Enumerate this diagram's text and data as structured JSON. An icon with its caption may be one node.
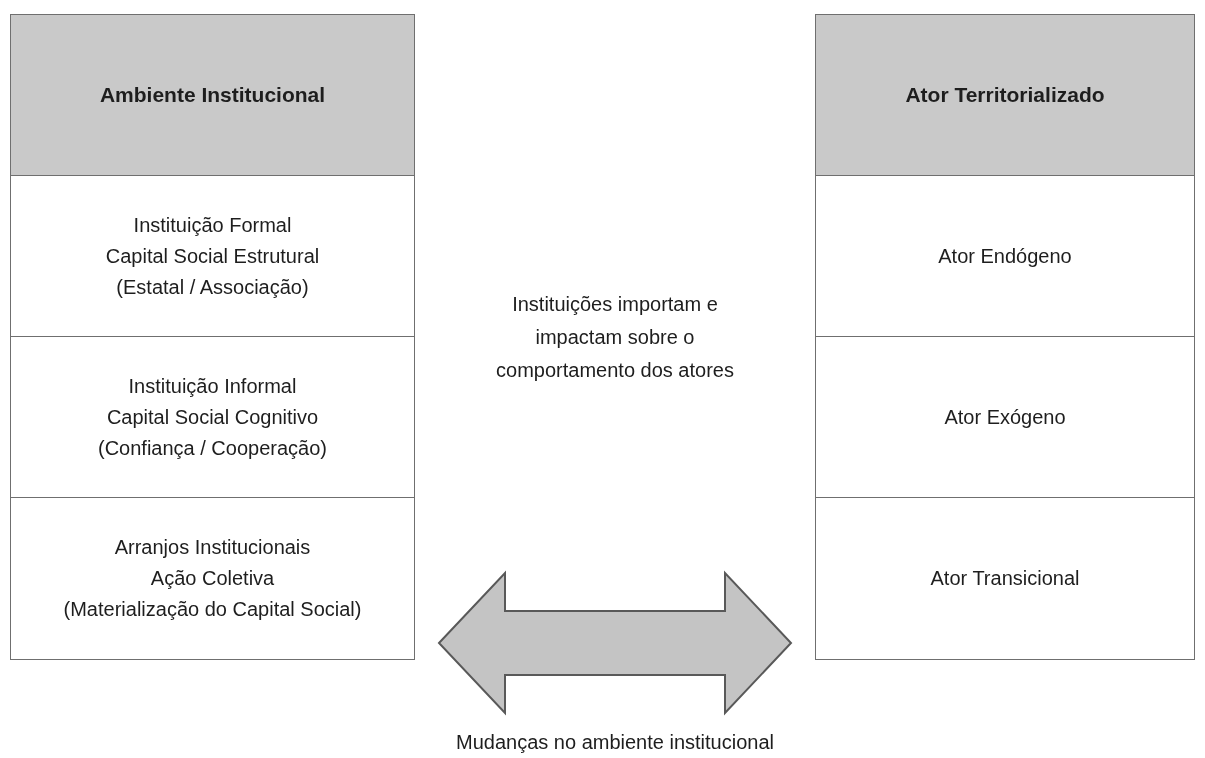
{
  "diagram": {
    "nodes": [
      {
        "text": [
          "Ambiente Institucional"
        ]
      },
      {
        "text": [
          "Instituição Formal",
          "Capital Social Estrutural",
          "(Estatal / Associação)"
        ]
      },
      {
        "text": [
          "Instituição Informal",
          "Capital Social Cognitivo",
          "(Confiança / Cooperação)"
        ]
      },
      {
        "text": [
          "Arranjos Institucionais",
          "Ação Coletiva",
          "(Materialização do Capital Social)"
        ]
      },
      {
        "text": [
          "Ator Territorializado"
        ]
      },
      {
        "text": [
          "Ator Endógeno"
        ]
      },
      {
        "text": [
          "Ator Exógeno"
        ]
      },
      {
        "text": [
          "Ator Transicional"
        ]
      }
    ],
    "edges": [
      {
        "from": 3,
        "to": 7,
        "arrow": "both",
        "style": "thick",
        "label": "Mudanças no ambiente institucional"
      }
    ],
    "labels": [
      "Instituições importam e impactam sobre o comportamento dos atores"
    ]
  }
}
